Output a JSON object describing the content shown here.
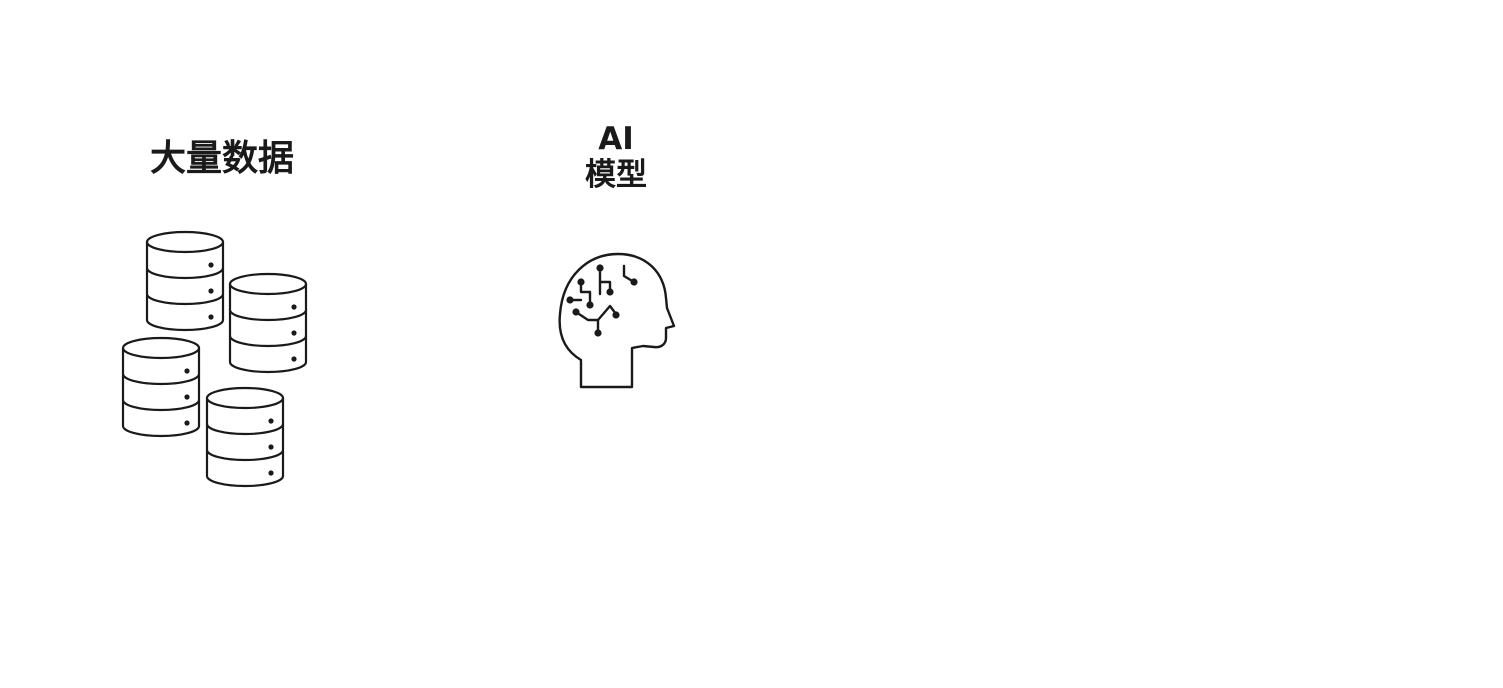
{
  "nodes": [
    {
      "id": "data",
      "label": "大量数据",
      "icon": "database-stack-icon"
    },
    {
      "id": "model",
      "label_line1": "AI",
      "label_line2": "模型",
      "icon": "ai-head-circuit-icon"
    }
  ],
  "colors": {
    "background": "#ffffff",
    "stroke": "#1a1a1a"
  }
}
